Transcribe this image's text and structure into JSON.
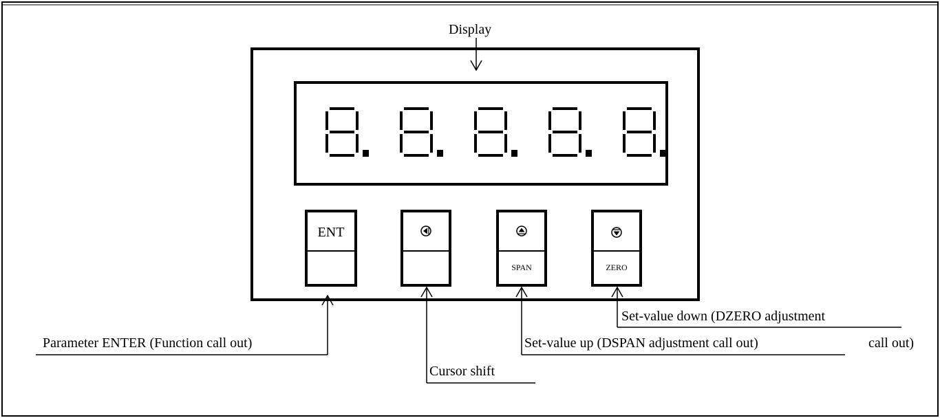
{
  "labels": {
    "display": "Display",
    "enter": "Parameter ENTER (Function call out)",
    "cursor": "Cursor shift",
    "up": "Set-value up (DSPAN adjustment call out)",
    "down_line1": "Set-value down (DZERO adjustment",
    "down_line2": "call out)"
  },
  "keys": {
    "ent": {
      "top": "ENT",
      "bottom": ""
    },
    "shift": {
      "icon": "left-triangle-circle-icon",
      "bottom": ""
    },
    "span": {
      "icon": "up-triangle-circle-icon",
      "bottom": "SPAN"
    },
    "zero": {
      "icon": "down-triangle-circle-icon",
      "bottom": "ZERO"
    }
  },
  "display": {
    "digits": [
      "8.",
      "8.",
      "8.",
      "8.",
      "8."
    ]
  }
}
